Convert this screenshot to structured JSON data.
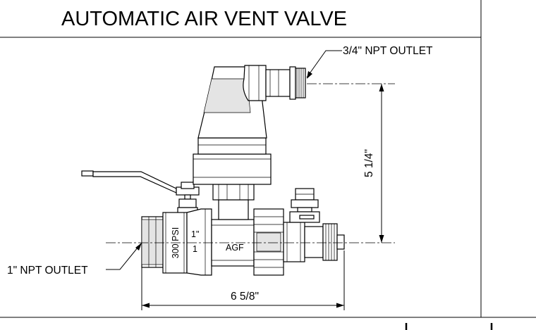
{
  "title": "AUTOMATIC AIR VENT VALVE",
  "labels": {
    "top_outlet": "3/4\" NPT OUTLET",
    "bottom_outlet": "1\" NPT OUTLET",
    "height_dim": "5 1/4\"",
    "width_dim": "6 5/8\"",
    "pressure": "300 PSI",
    "size_top": "1\"",
    "size_bottom": "1",
    "brand": "AGF"
  }
}
